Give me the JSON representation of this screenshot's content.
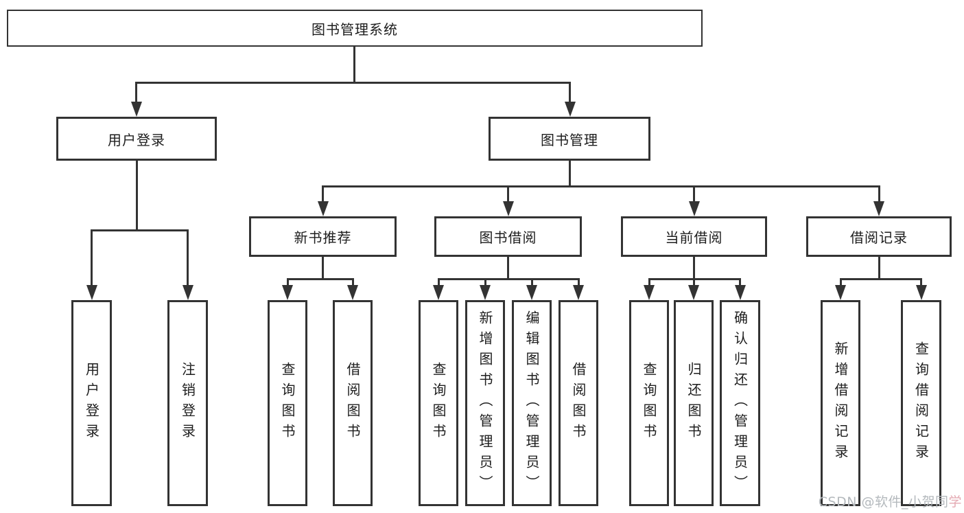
{
  "root": {
    "label": "图书管理系统"
  },
  "level2": {
    "user_login": "用户登录",
    "book_management": "图书管理"
  },
  "level3": [
    "新书推荐",
    "图书借阅",
    "当前借阅",
    "借阅记录"
  ],
  "leaves": [
    "用户登录",
    "注销登录",
    "查询图书",
    "借阅图书",
    "查询图书",
    "新增图书（管理员）",
    "编辑图书（管理员）",
    "借阅图书",
    "查询图书",
    "归还图书",
    "确认归还（管理员）",
    "新增借阅记录",
    "查询借阅记录"
  ],
  "watermark": {
    "prefix": "CSDN @软件_小贺同",
    "accent": "学"
  },
  "colors": {
    "line": "#333333",
    "text": "#1d1d1d",
    "background": "#ffffff",
    "watermark": "#b4b9bd",
    "watermark_accent": "#e4a9b2"
  }
}
